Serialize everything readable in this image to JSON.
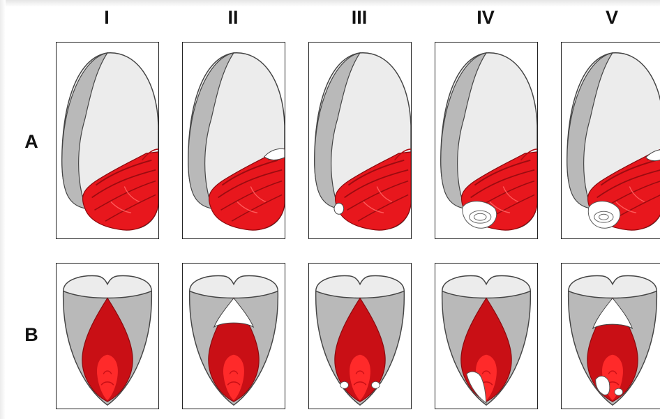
{
  "columns": [
    "I",
    "II",
    "III",
    "IV",
    "V"
  ],
  "rows": [
    "A",
    "B"
  ],
  "colors": {
    "muscle_red": "#e8171d",
    "muscle_dark": "#b00e14",
    "muscle_light": "#ff3a3a",
    "chamber_gray": "#b9b9b9",
    "chamber_light": "#ececec",
    "outline": "#444444"
  },
  "panels": {
    "A": [
      {
        "column": "I",
        "apex_defect": "none"
      },
      {
        "column": "II",
        "apex_defect": "top"
      },
      {
        "column": "III",
        "apex_defect": "bottom-left"
      },
      {
        "column": "IV",
        "apex_defect": "apex-whorl"
      },
      {
        "column": "V",
        "apex_defect": "apex-whorl-and-top"
      }
    ],
    "B": [
      {
        "column": "I",
        "apex_defect": "none"
      },
      {
        "column": "II",
        "apex_defect": "top"
      },
      {
        "column": "III",
        "apex_defect": "apex-sides"
      },
      {
        "column": "IV",
        "apex_defect": "apex-large"
      },
      {
        "column": "V",
        "apex_defect": "top-and-apex"
      }
    ]
  }
}
